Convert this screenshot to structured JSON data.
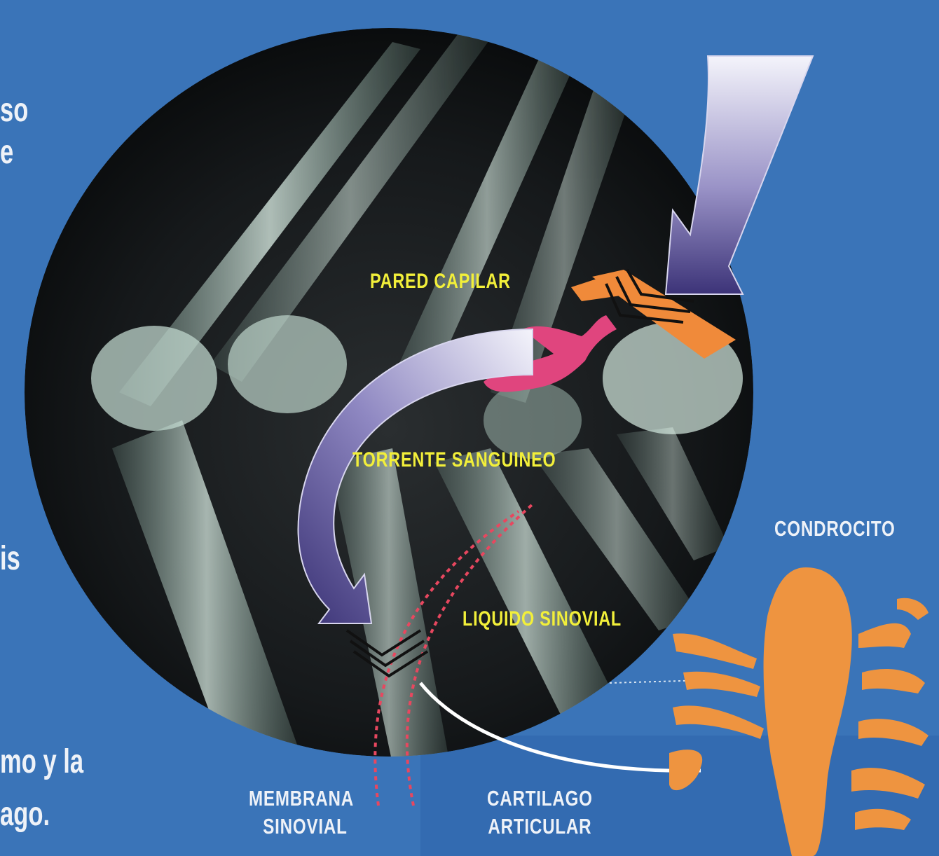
{
  "labels": {
    "pared_capilar": "PARED CAPILAR",
    "torrente_sanguineo": "TORRENTE SANGUINEO",
    "liquido_sinovial": "LIQUIDO SINOVIAL",
    "condrocito": "CONDROCITO",
    "membrana_sinovial_1": "MEMBRANA",
    "membrana_sinovial_2": "SINOVIAL",
    "cartilago_articular_1": "CARTILAGO",
    "cartilago_articular_2": "ARTICULAR"
  },
  "side_text": {
    "line1": "so",
    "line2": "e",
    "line3": "is",
    "line4": "mo y la",
    "line5": "ago."
  },
  "colors": {
    "background": "#3a74b8",
    "label_yellow": "#f2ef3a",
    "label_white": "#eef2f8",
    "capillary_orange": "#f08a3a",
    "blood_magenta": "#e0457e",
    "arrow_purple": "#4a3f86",
    "chondrocyte_orange": "#ee9440"
  }
}
